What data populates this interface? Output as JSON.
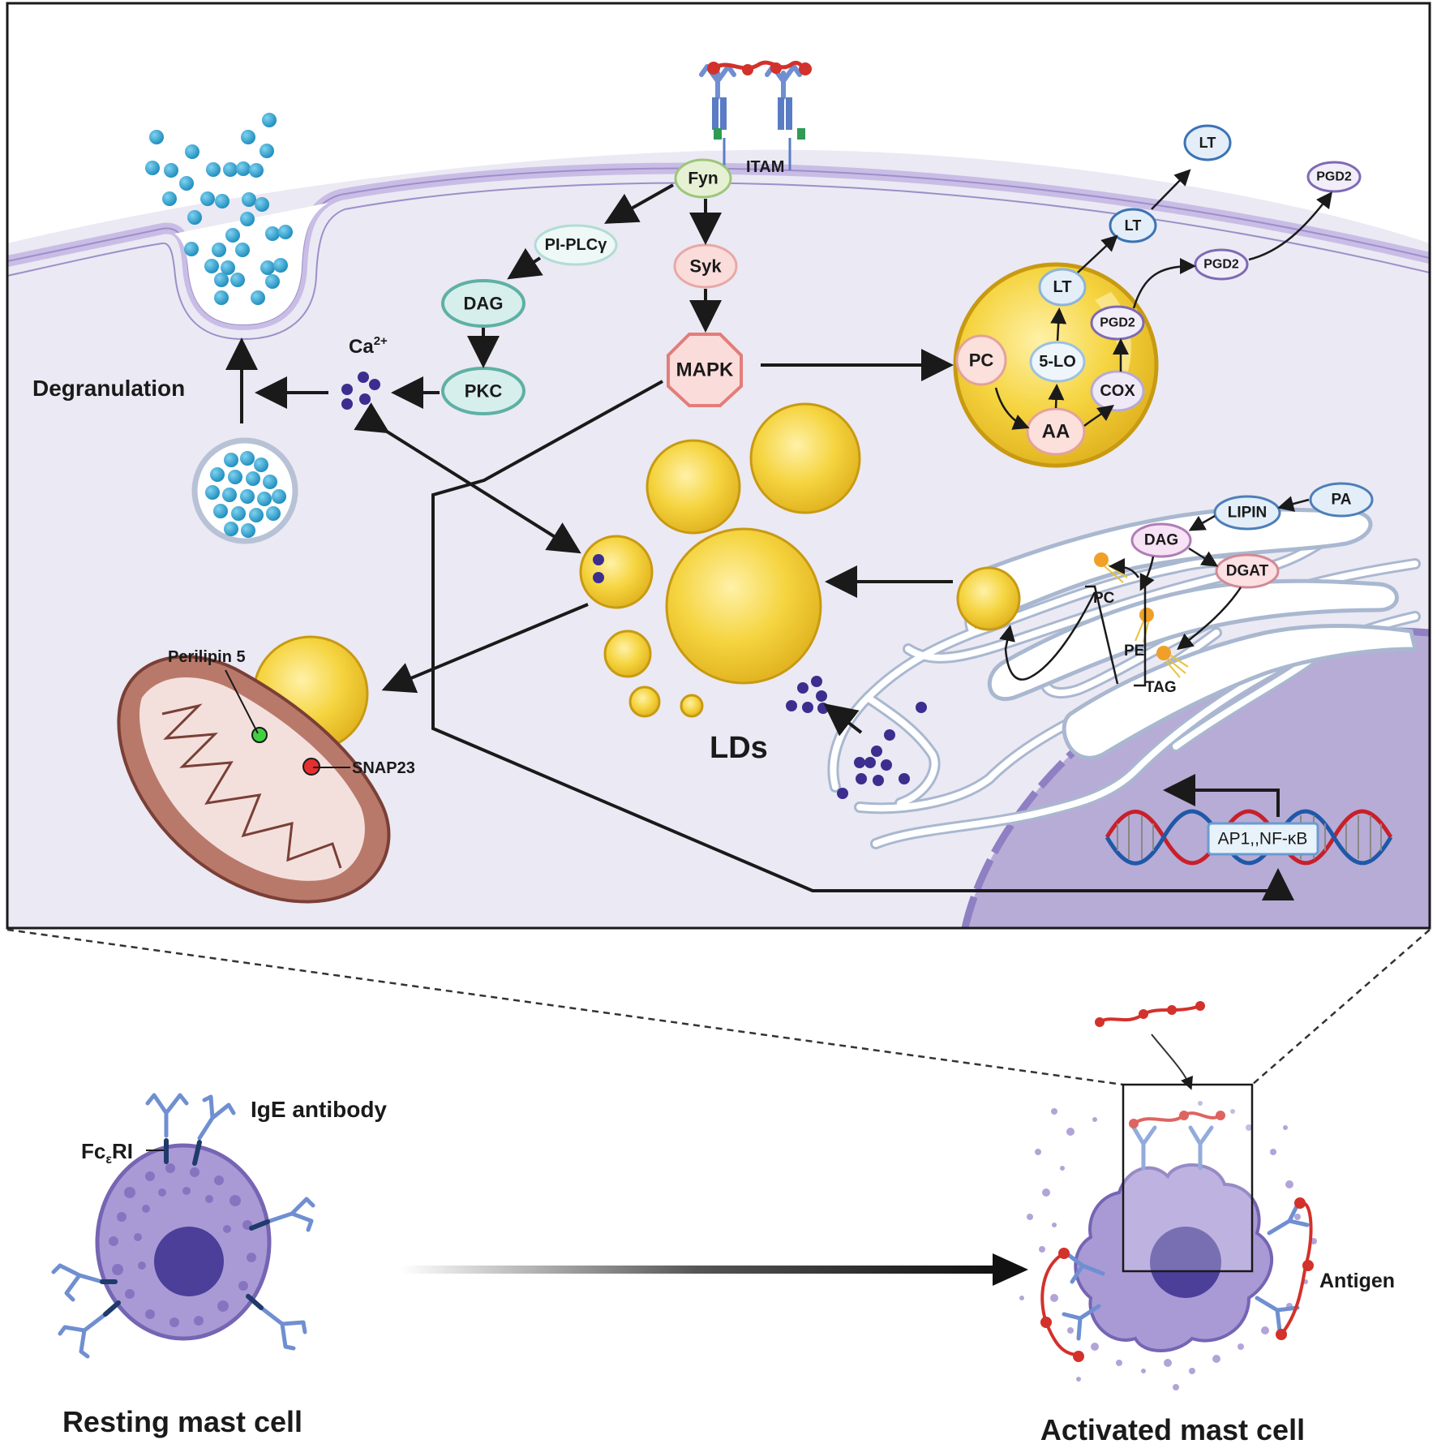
{
  "colors": {
    "membrane": "#c9bde6",
    "cytoplasm": "#ebe9f3",
    "nucleus": "#b6acd6",
    "granule": "#2ba0cf",
    "calcium": "#3b2e8f",
    "lipid_droplet": "#f3cf3b",
    "antigen": "#d3312b",
    "antibody": "#6f8fd1",
    "mitochondria": "#b9796a"
  },
  "icons": [
    "ige-receptor-icon",
    "antigen-chain-icon",
    "granule-icon",
    "lipid-droplet-icon",
    "mitochondria-icon",
    "endoplasmic-reticulum-icon",
    "nucleus-icon",
    "dna-icon",
    "mast-cell-icon"
  ],
  "labels": {
    "itam": "ITAM",
    "fyn": "Fyn",
    "pi_plc": "PI-PLCγ",
    "dag_top": "DAG",
    "pkc": "PKC",
    "syk": "Syk",
    "mapk": "MAPK",
    "ca": "Ca",
    "ca_sup": "2+",
    "degranulation": "Degranulation",
    "lt_1": "LT",
    "lt_2": "LT",
    "lt_3": "LT",
    "pgd2_1": "PGD2",
    "pgd2_2": "PGD2",
    "pgd2_3": "PGD2",
    "pc_ld": "PC",
    "five_lo": "5-LO",
    "aa": "AA",
    "cox": "COX",
    "pa": "PA",
    "lipin": "LIPIN",
    "dag_er": "DAG",
    "dgat": "DGAT",
    "pc_er": "PC",
    "pe_er": "PE",
    "tag": "TAG",
    "perilipin": "Perilipin 5",
    "snap23": "SNAP23",
    "lds": "LDs",
    "ap1": "AP1,,NF-κB",
    "ige_antibody": "IgE antibody",
    "fceri": "Fc",
    "fceri_sub": "ε",
    "fceri_end": "RI",
    "antigen": "Antigen",
    "resting": "Resting mast cell",
    "activated": "Activated mast cell"
  }
}
